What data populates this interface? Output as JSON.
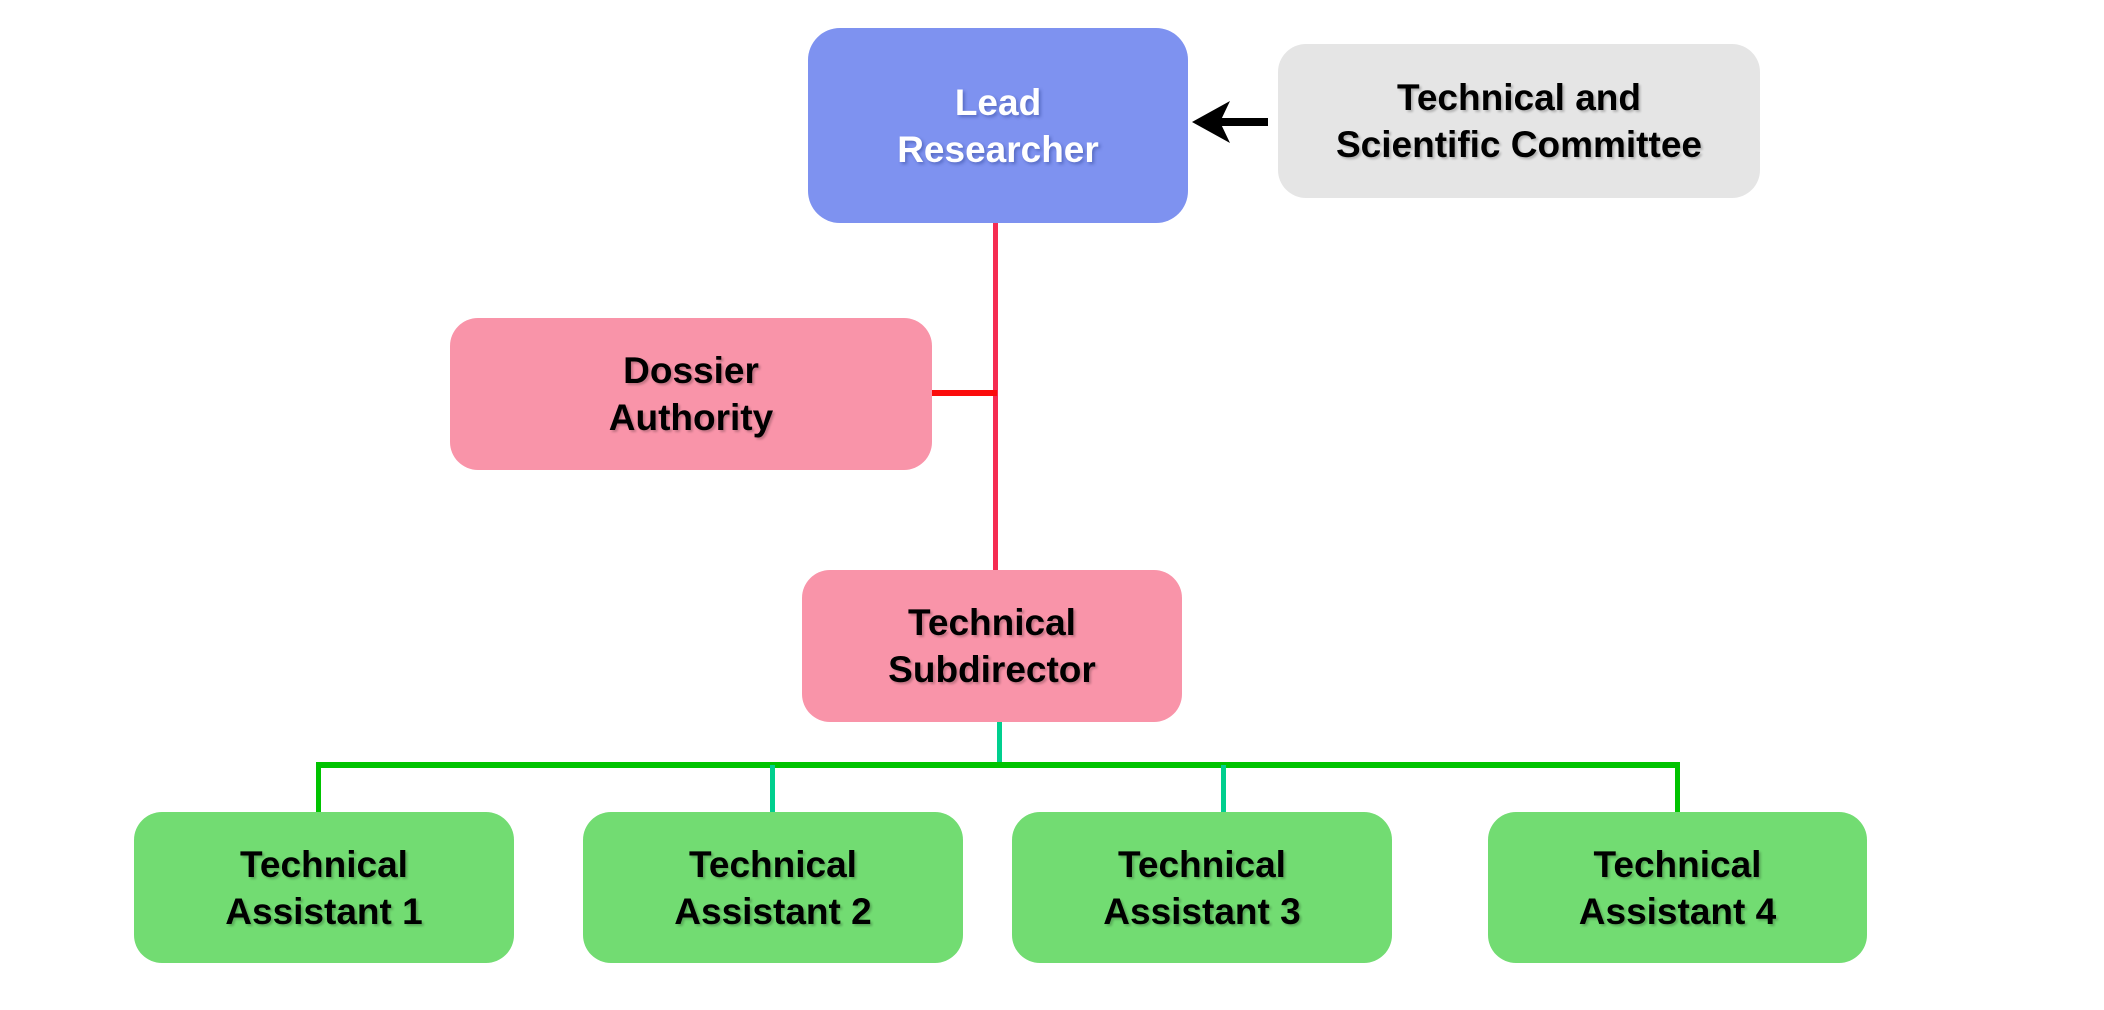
{
  "diagram": {
    "type": "org-chart",
    "title": "",
    "nodes": {
      "lead_researcher": {
        "lines": [
          "Lead",
          "Researcher"
        ],
        "fill": "#7e92f0",
        "text_color": "#ffffff"
      },
      "committee": {
        "lines": [
          "Technical and",
          "Scientific Committee"
        ],
        "fill": "#e5e5e5",
        "text_color": "#000000"
      },
      "dossier_authority": {
        "lines": [
          "Dossier",
          "Authority"
        ],
        "fill": "#f994a9",
        "text_color": "#000000"
      },
      "technical_subdirector": {
        "lines": [
          "Technical",
          "Subdirector"
        ],
        "fill": "#f994a9",
        "text_color": "#000000"
      },
      "technical_assistant_1": {
        "lines": [
          "Technical",
          "Assistant 1"
        ],
        "fill": "#72dc72",
        "text_color": "#000000"
      },
      "technical_assistant_2": {
        "lines": [
          "Technical",
          "Assistant 2"
        ],
        "fill": "#72dc72",
        "text_color": "#000000"
      },
      "technical_assistant_3": {
        "lines": [
          "Technical",
          "Assistant 3"
        ],
        "fill": "#72dc72",
        "text_color": "#000000"
      },
      "technical_assistant_4": {
        "lines": [
          "Technical",
          "Assistant 4"
        ],
        "fill": "#72dc72",
        "text_color": "#000000"
      }
    },
    "edges": [
      {
        "from": "committee",
        "to": "lead_researcher",
        "style": "black-arrow"
      },
      {
        "from": "lead_researcher",
        "to": "technical_subdirector",
        "style": "crimson-line"
      },
      {
        "from": "dossier_authority",
        "to": "lead_researcher_trunk",
        "style": "red-line"
      },
      {
        "from": "technical_subdirector",
        "to": "technical_assistant_1",
        "style": "green-line"
      },
      {
        "from": "technical_subdirector",
        "to": "technical_assistant_2",
        "style": "teal-line"
      },
      {
        "from": "technical_subdirector",
        "to": "technical_assistant_3",
        "style": "teal-line"
      },
      {
        "from": "technical_subdirector",
        "to": "technical_assistant_4",
        "style": "green-line"
      }
    ],
    "connector_colors": {
      "trunk": "#f52c52",
      "dossier_connector": "#fb0c0c",
      "branch": "#00c300",
      "stems": "#00cf8e",
      "arrow": "#000000"
    }
  }
}
